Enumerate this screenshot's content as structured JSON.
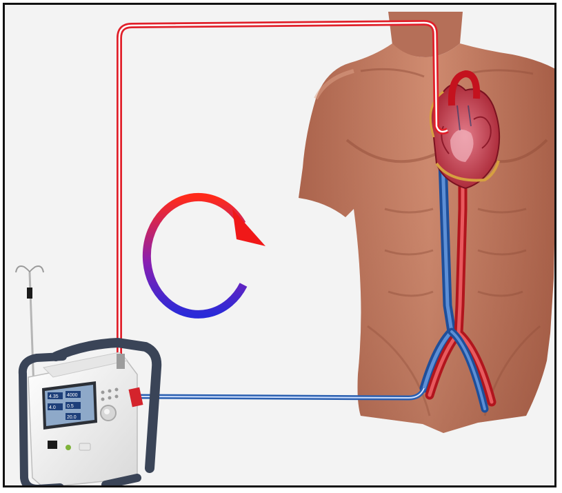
{
  "figure": {
    "frame_color": "#111111",
    "background_color": "#f3f3f3",
    "arterial_color": "#e0202a",
    "venous_color": "#2a5fb0",
    "skin_color": "#c07a62",
    "device_body_color": "#f1f1f1",
    "device_frame_color": "#3a4457"
  },
  "device": {
    "screen_readouts": [
      "4.35",
      "4000",
      "4.0",
      "0.5",
      "20.0"
    ]
  },
  "icons": [
    "iv-pole-icon",
    "ecmo-console-icon",
    "circulation-arrow-icon",
    "heart-icon",
    "torso-icon"
  ]
}
